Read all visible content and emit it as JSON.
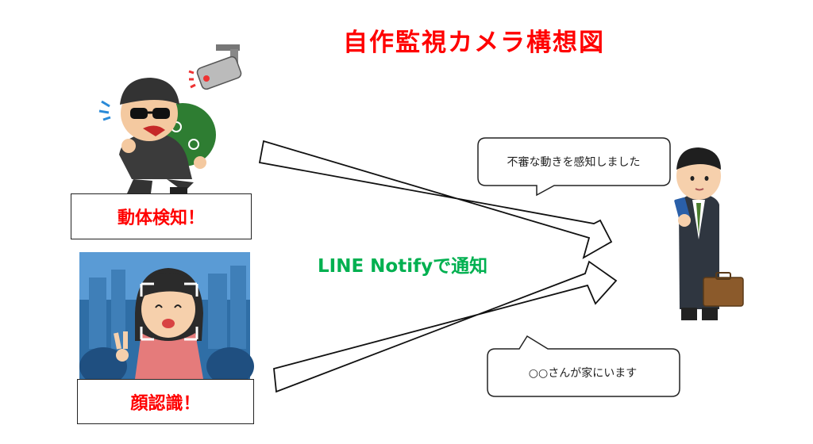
{
  "title": "自作監視カメラ構想図",
  "motion_label": "動体検知！",
  "face_label": "顔認識！",
  "notify_label": "LINE Notifyで通知",
  "bubble_motion": "不審な動きを感知しました",
  "bubble_home": "○○さんが家にいます",
  "colors": {
    "title": "#ff0000",
    "label": "#ff0000",
    "notify": "#00b050",
    "border": "#222222"
  },
  "icons": [
    "security-camera-icon",
    "thief-illustration",
    "face-recognition-illustration",
    "businessman-illustration"
  ]
}
